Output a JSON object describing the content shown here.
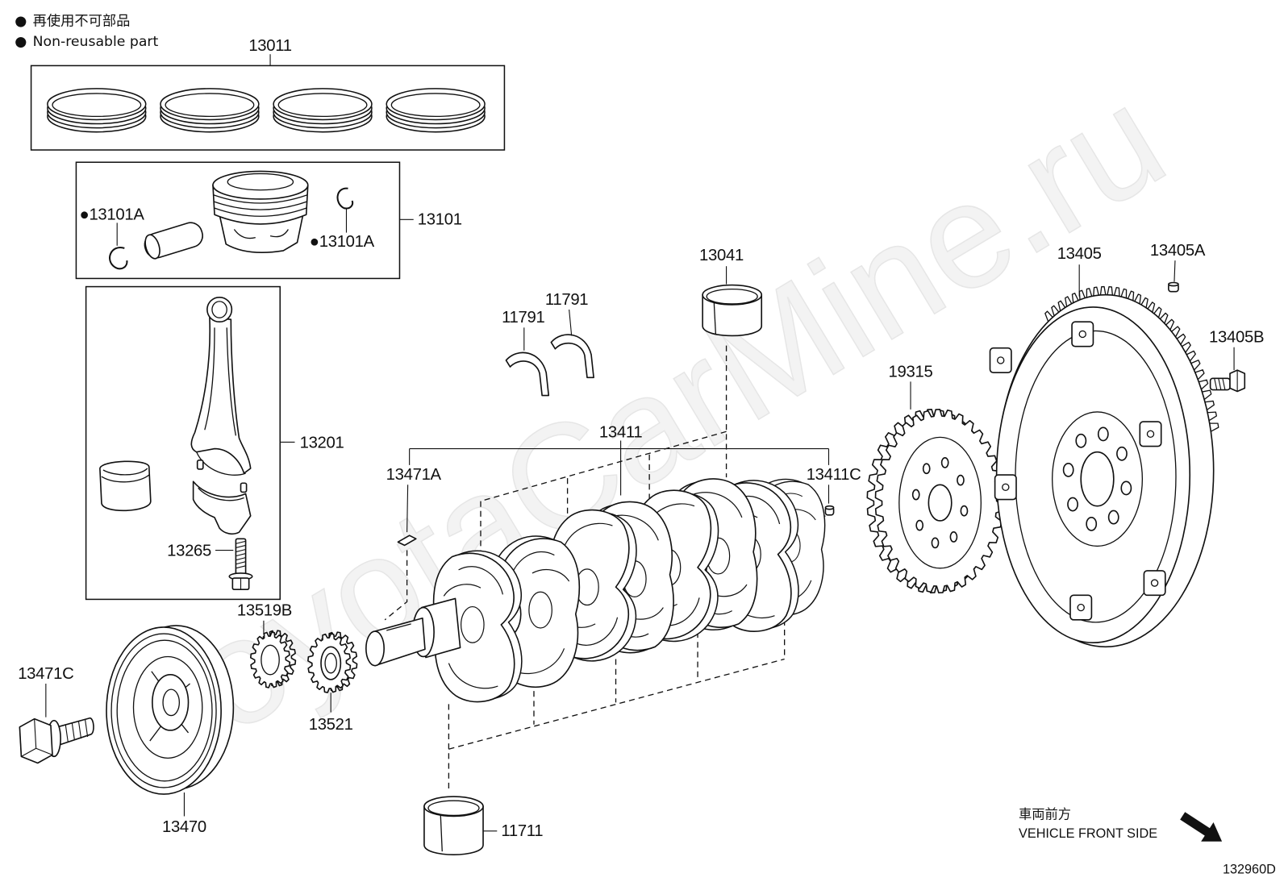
{
  "legend": {
    "marker": "●",
    "items": [
      "再使用不可部品",
      "Non-reusable part"
    ]
  },
  "callouts": {
    "ring_set": "13011",
    "snap_ring_left": "●13101A",
    "piston_assembly": "13101",
    "snap_ring_right": "●13101A",
    "rod_assembly": "13201",
    "rod_bolt": "13265",
    "upper_bearing": "13041",
    "thrust_washer_a": "11791",
    "thrust_washer_b": "11791",
    "crankshaft": "13411",
    "key_a": "13471A",
    "pin_c": "13411C",
    "rotor": "19315",
    "flywheel": "13405",
    "pin_a": "13405A",
    "bolt_b": "13405B",
    "key_gear": "13519B",
    "gear": "13521",
    "pulley_bolt": "13471C",
    "pulley": "13470",
    "lower_bearing": "11711"
  },
  "direction": {
    "jp": "車両前方",
    "en": "VEHICLE FRONT SIDE",
    "icon": "arrow-down-right-icon"
  },
  "figure_id": "132960D",
  "watermark": "ToyotaCarMine.ru"
}
